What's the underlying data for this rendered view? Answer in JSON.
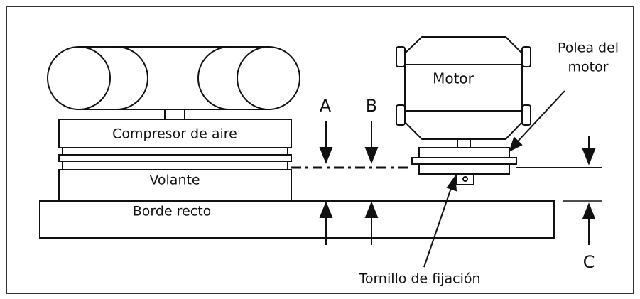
{
  "labels": {
    "compressor": "Compresor de aire",
    "flywheel": "Volante",
    "straight_edge": "Borde recto",
    "motor": "Motor",
    "motor_pulley_line1": "Polea del",
    "motor_pulley_line2": "motor",
    "set_screw": "Tornillo de fijación",
    "a": "A",
    "b": "B",
    "c": "C"
  }
}
